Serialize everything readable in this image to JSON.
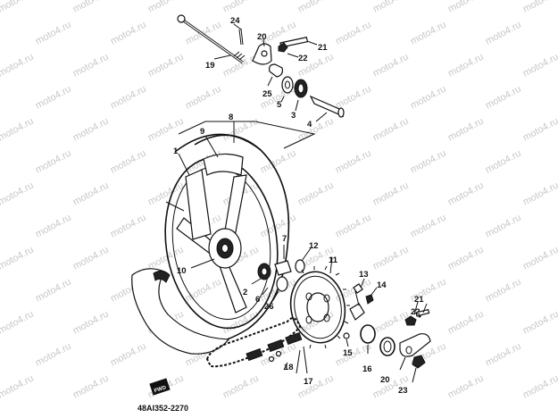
{
  "diagram": {
    "watermark_text": "moto4.ru",
    "reference_code": "48AI352-2270",
    "fwd_label": "FWD",
    "callouts": [
      "1",
      "2",
      "3",
      "4",
      "5",
      "6",
      "7",
      "8",
      "9",
      "10",
      "11",
      "12",
      "13",
      "14",
      "15",
      "16",
      "17",
      "18",
      "19",
      "20",
      "21",
      "22",
      "23",
      "24",
      "25",
      "26"
    ]
  }
}
